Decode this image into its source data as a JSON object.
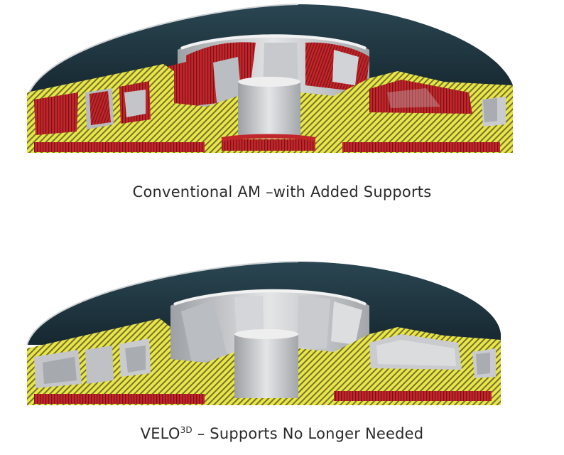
{
  "figures": [
    {
      "caption": "Conventional AM –with Added Supports",
      "shows_internal_supports": true
    },
    {
      "caption_prefix": "VELO",
      "caption_superscript": "3D",
      "caption_suffix": " – Supports No Longer Needed",
      "shows_internal_supports": false
    }
  ],
  "colors": {
    "cover": "#1d3440",
    "cut_face": "#e8e64a",
    "hatch": "#6e6a2a",
    "support": "#b51d22",
    "metal": "#c8c9cb",
    "metal_dark": "#8d9094"
  }
}
